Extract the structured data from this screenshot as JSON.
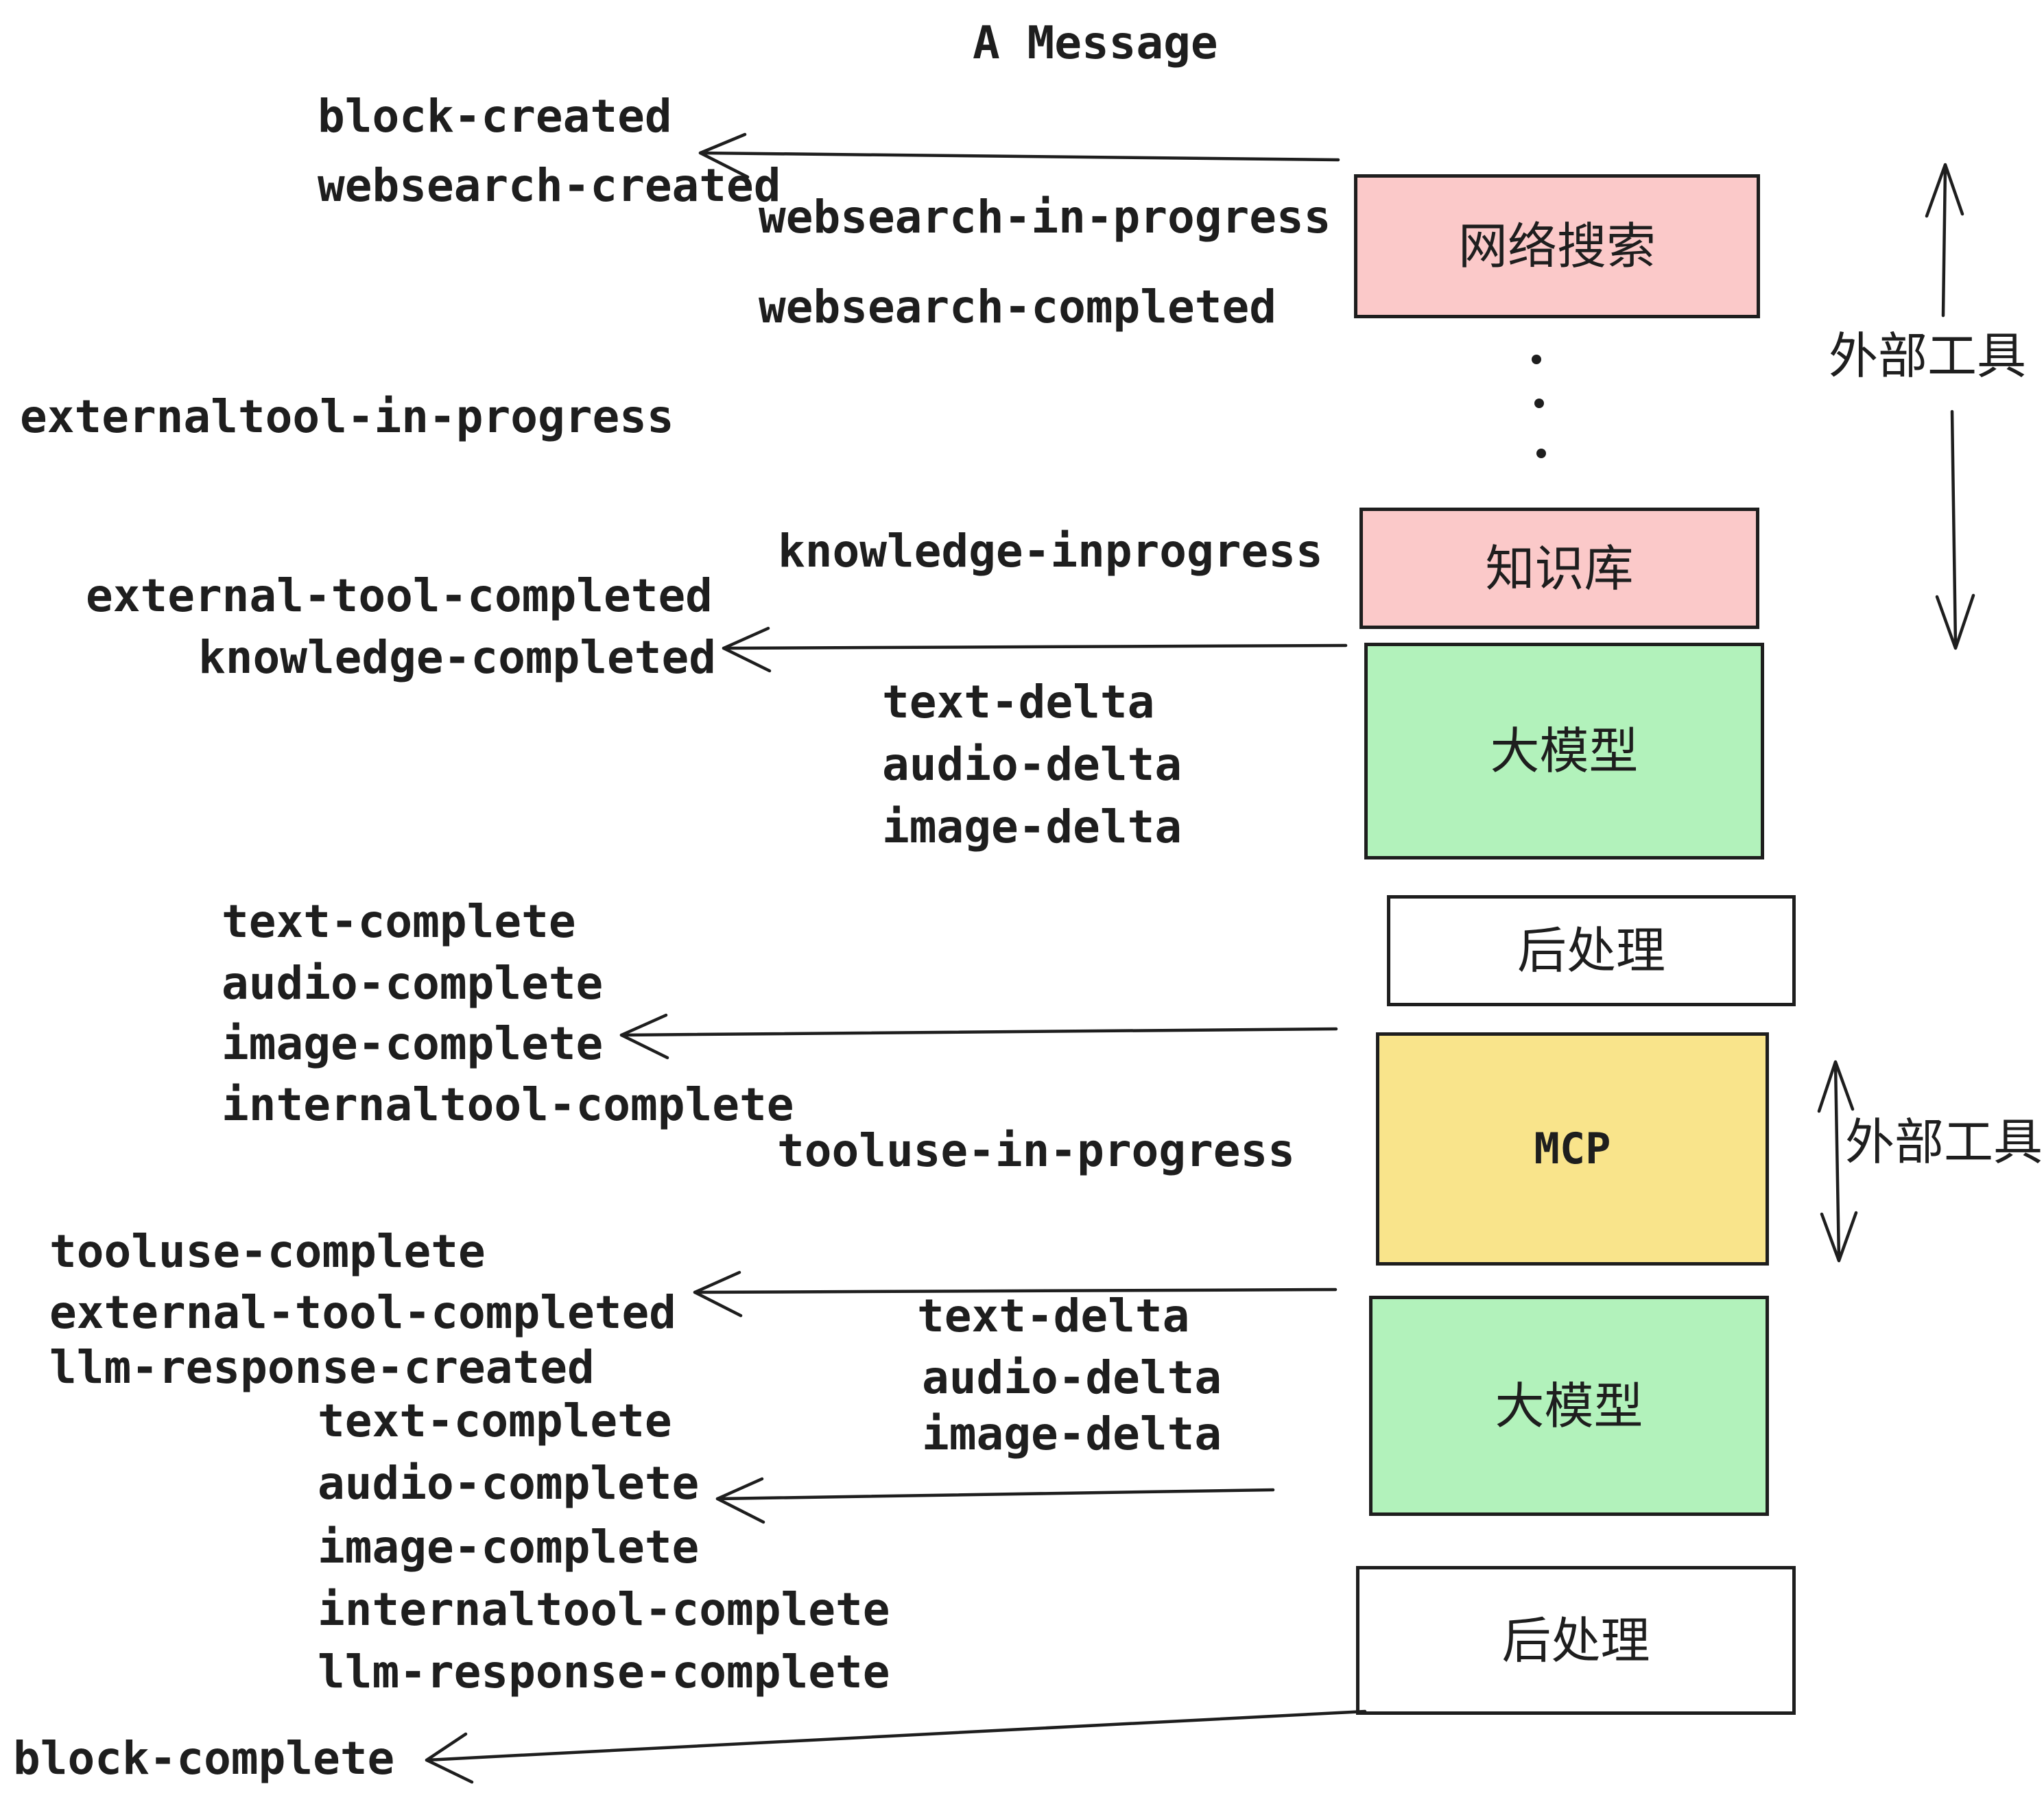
{
  "title": "A Message",
  "colors": {
    "ink": "#1e1e1e",
    "pink": "#fbc9c9",
    "green": "#b2f2bb",
    "yellow": "#f9e48b",
    "white": "#ffffff"
  },
  "left_events": [
    {
      "text": "block-created"
    },
    {
      "text": "websearch-created"
    },
    {
      "text": "externaltool-in-progress"
    },
    {
      "text": "external-tool-completed"
    },
    {
      "text": "knowledge-completed"
    },
    {
      "text": "text-complete"
    },
    {
      "text": "audio-complete"
    },
    {
      "text": "image-complete"
    },
    {
      "text": "internaltool-complete"
    },
    {
      "text": "tooluse-complete"
    },
    {
      "text": "external-tool-completed"
    },
    {
      "text": "llm-response-created"
    },
    {
      "text": "text-complete"
    },
    {
      "text": "audio-complete"
    },
    {
      "text": "image-complete"
    },
    {
      "text": "internaltool-complete"
    },
    {
      "text": "llm-response-complete"
    },
    {
      "text": "block-complete"
    }
  ],
  "middle_events": [
    {
      "text": "websearch-in-progress"
    },
    {
      "text": "websearch-completed"
    },
    {
      "text": "knowledge-inprogress"
    },
    {
      "text": "text-delta"
    },
    {
      "text": "audio-delta"
    },
    {
      "text": "image-delta"
    },
    {
      "text": "tooluse-in-progress"
    },
    {
      "text": "text-delta"
    },
    {
      "text": "audio-delta"
    },
    {
      "text": "image-delta"
    }
  ],
  "boxes": [
    {
      "label": "网络搜索",
      "fill": "pink"
    },
    {
      "label": "知识库",
      "fill": "pink"
    },
    {
      "label": "大模型",
      "fill": "green"
    },
    {
      "label": "后处理",
      "fill": "white"
    },
    {
      "label": "MCP",
      "fill": "yellow"
    },
    {
      "label": "大模型",
      "fill": "green"
    },
    {
      "label": "后处理",
      "fill": "white"
    }
  ],
  "side_labels": [
    {
      "text": "外部工具"
    },
    {
      "text": "外部工具"
    }
  ]
}
